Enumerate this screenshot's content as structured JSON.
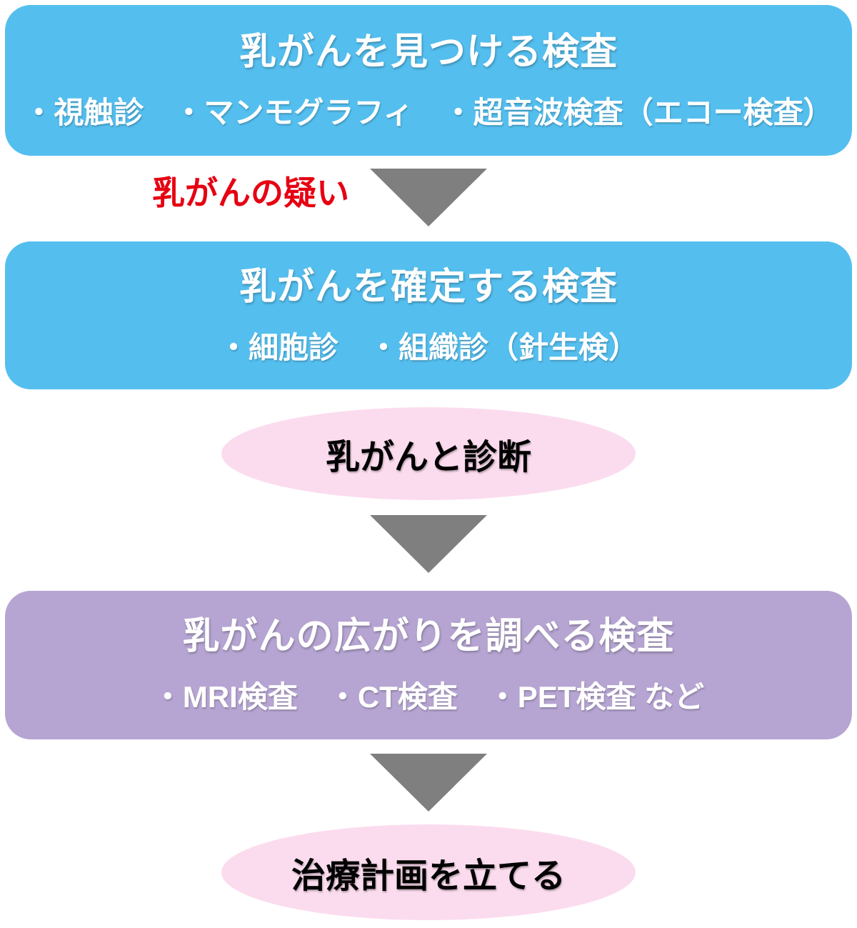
{
  "colors": {
    "box_blue": "#54BFEF",
    "box_purple": "#B6A5D2",
    "ellipse_pink": "#FBDCEE",
    "arrow_gray": "#7F7F7F",
    "label_red": "#E60012",
    "box_text_white": "#FFFFFF",
    "ellipse_text_black": "#000000"
  },
  "flow": {
    "box_find": {
      "title": "乳がんを見つける検査",
      "items": "・視触診　・マンモグラフィ　・超音波検査（エコー検査）"
    },
    "arrow1_label": "乳がんの疑い",
    "box_confirm": {
      "title": "乳がんを確定する検査",
      "items": "・細胞診　・組織診（針生検）"
    },
    "ellipse_diagnosis": {
      "label": "乳がんと診断"
    },
    "box_spread": {
      "title": "乳がんの広がりを調べる検査",
      "items": "・MRI検査　・CT検査　・PET検査 など"
    },
    "ellipse_treatment": {
      "label": "治療計画を立てる"
    }
  }
}
